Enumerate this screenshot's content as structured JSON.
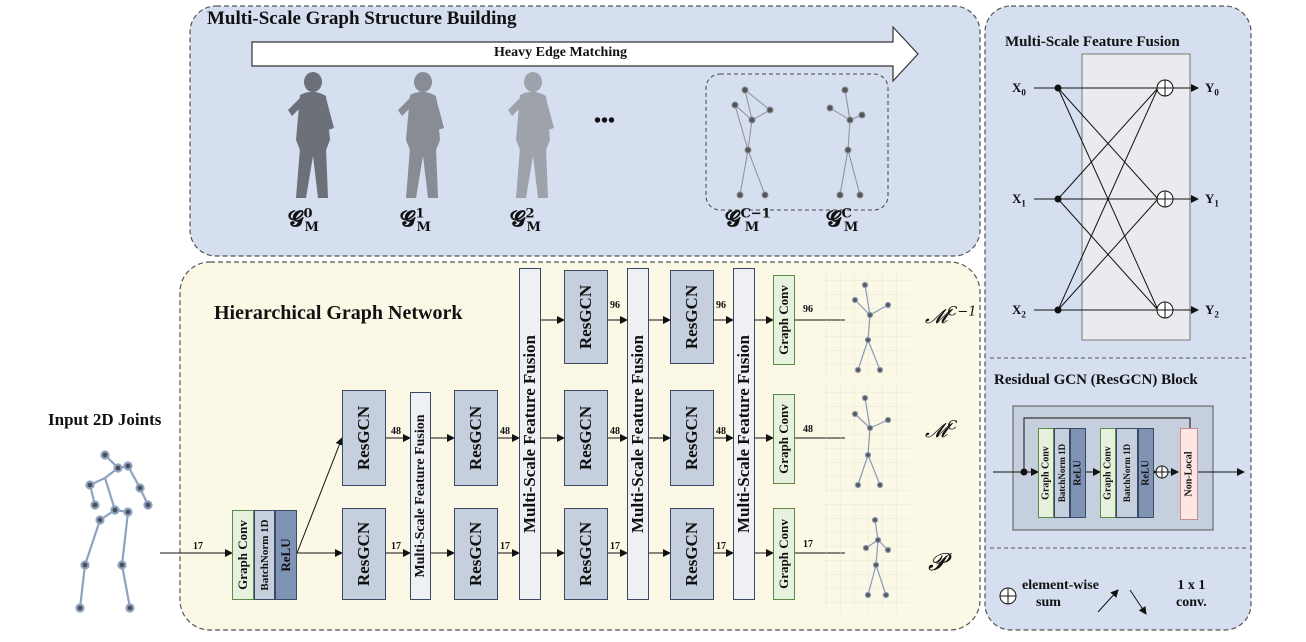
{
  "top_panel": {
    "title": "Multi-Scale Graph Structure Building",
    "arrow_label": "Heavy Edge Matching",
    "ellipsis": "•••",
    "graph_labels": [
      {
        "base": "𝓖",
        "sub": "M",
        "sup": "0"
      },
      {
        "base": "𝓖",
        "sub": "M",
        "sup": "1"
      },
      {
        "base": "𝓖",
        "sub": "M",
        "sup": "2"
      },
      {
        "base": "𝓖",
        "sub": "M",
        "sup": "C−1"
      },
      {
        "base": "𝓖",
        "sub": "M",
        "sup": "C"
      }
    ]
  },
  "network_panel": {
    "title": "Hierarchical Graph Network",
    "input_label": "Input 2D Joints",
    "graph_conv": "Graph Conv",
    "batchnorm": "BatchNorm 1D",
    "relu": "ReLU",
    "resgcn": "ResGCN",
    "msff": "Multi-Scale Feature Fusion",
    "dims": {
      "d17": "17",
      "d48": "48",
      "d96": "96"
    },
    "outputs": [
      {
        "base": "𝓜",
        "sup": "C−1"
      },
      {
        "base": "𝓜",
        "sup": "C"
      },
      {
        "base": "𝓟",
        "sup": ""
      }
    ]
  },
  "right_panel": {
    "fusion_title": "Multi-Scale Feature Fusion",
    "inputs": [
      "X",
      "X",
      "X"
    ],
    "input_subs": [
      "0",
      "1",
      "2"
    ],
    "outputs": [
      "Y",
      "Y",
      "Y"
    ],
    "output_subs": [
      "0",
      "1",
      "2"
    ],
    "resgcn_title": "Residual GCN (ResGCN) Block",
    "graph_conv": "Graph Conv",
    "batchnorm": "BatchNorm 1D",
    "relu": "ReLU",
    "nonlocal": "Non-Local",
    "legend_sum": "element-wise sum",
    "legend_sum_line1": "element-wise",
    "legend_sum_line2": "sum",
    "legend_conv_line1": "1 x 1",
    "legend_conv_line2": "conv."
  },
  "colors": {
    "top_panel_bg": "#d6dff0",
    "network_panel_bg": "#fbf8e6",
    "right_panel_bg": "#d6dff0",
    "resgcn": "#c6cfdd",
    "graph_conv": "#e6f2de",
    "relu": "#7f93b4",
    "non_local": "#fde6e3"
  }
}
